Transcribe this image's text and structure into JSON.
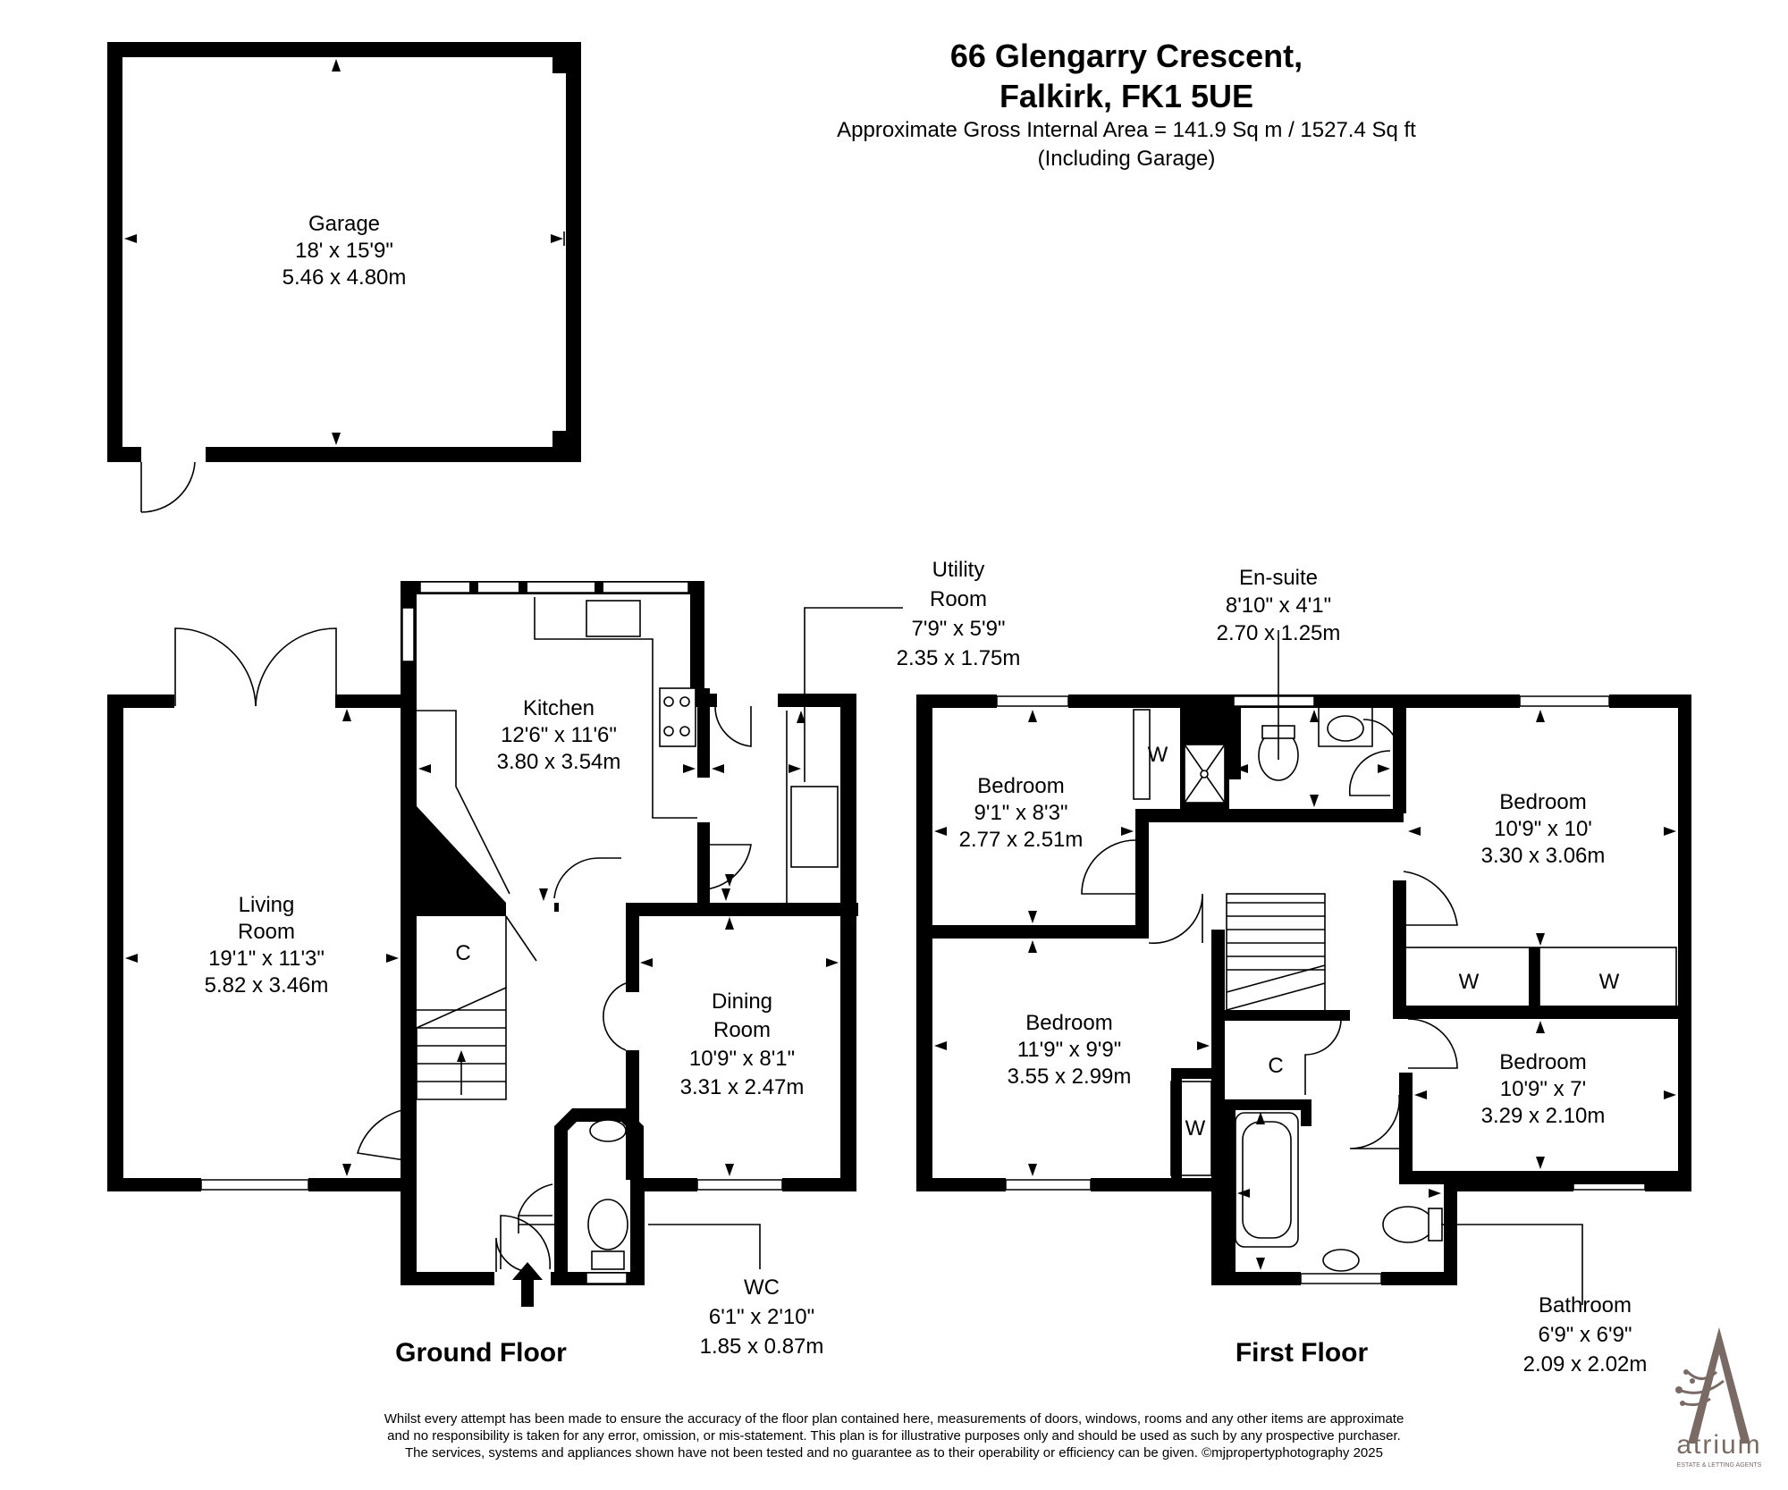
{
  "header": {
    "address_line1": "66 Glengarry Crescent,",
    "address_line2": "Falkirk, FK1 5UE",
    "area": "Approximate Gross Internal Area = 141.9 Sq m / 1527.4 Sq ft",
    "area_note": "(Including Garage)"
  },
  "floors": {
    "ground": "Ground Floor",
    "first": "First Floor"
  },
  "rooms": {
    "garage": {
      "name": "Garage",
      "imperial": "18' x 15'9\"",
      "metric": "5.46 x 4.80m"
    },
    "living": {
      "name1": "Living",
      "name2": "Room",
      "imperial": "19'1\" x 11'3\"",
      "metric": "5.82 x 3.46m"
    },
    "kitchen": {
      "name": "Kitchen",
      "imperial": "12'6\" x 11'6\"",
      "metric": "3.80 x 3.54m"
    },
    "utility": {
      "name1": "Utility",
      "name2": "Room",
      "imperial": "7'9\" x 5'9\"",
      "metric": "2.35 x 1.75m"
    },
    "dining": {
      "name1": "Dining",
      "name2": "Room",
      "imperial": "10'9\" x 8'1\"",
      "metric": "3.31 x 2.47m"
    },
    "wc": {
      "name": "WC",
      "imperial": "6'1\" x 2'10\"",
      "metric": "1.85 x 0.87m"
    },
    "ensuite": {
      "name": "En-suite",
      "imperial": "8'10\" x 4'1\"",
      "metric": "2.70 x 1.25m"
    },
    "bed1": {
      "name": "Bedroom",
      "imperial": "9'1\" x 8'3\"",
      "metric": "2.77 x 2.51m"
    },
    "bed2": {
      "name": "Bedroom",
      "imperial": "10'9\" x 10'",
      "metric": "3.30 x 3.06m"
    },
    "bed3": {
      "name": "Bedroom",
      "imperial": "11'9\" x 9'9\"",
      "metric": "3.55 x 2.99m"
    },
    "bed4": {
      "name": "Bedroom",
      "imperial": "10'9\" x 7'",
      "metric": "3.29 x 2.10m"
    },
    "bathroom": {
      "name": "Bathroom",
      "imperial": "6'9\" x 6'9\"",
      "metric": "2.09 x 2.02m"
    }
  },
  "marks": {
    "cupboard": "C",
    "wardrobe": "W"
  },
  "disclaimer": {
    "line1": "Whilst every attempt has been made to ensure the accuracy of the floor plan contained here, measurements of doors, windows, rooms and any other items are approximate",
    "line2": "and no responsibility is taken for any error, omission, or mis-statement. This plan is for illustrative purposes only and should be used as such by any prospective purchaser.",
    "line3": "The services, systems and appliances shown have not been tested and no guarantee as to their operability or efficiency can be given. ©mjpropertyphotography 2025"
  },
  "logo": {
    "name": "atrium",
    "tagline": "ESTATE & LETTING AGENTS",
    "icon": "letter-a-with-tree-icon",
    "color": "#7a6a66"
  }
}
